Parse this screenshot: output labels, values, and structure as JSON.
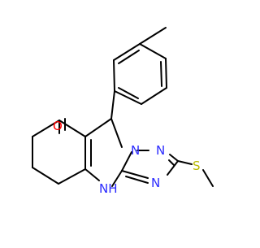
{
  "molecule": {
    "atom_labels": {
      "oxygen": "O",
      "nh": "NH",
      "n1": "N",
      "n2": "N",
      "n3": "N",
      "sulfur": "S"
    },
    "colors": {
      "bond": "#000000",
      "nitrogen": "#2a2aff",
      "oxygen": "#ff0000",
      "sulfur": "#b8b800"
    }
  }
}
